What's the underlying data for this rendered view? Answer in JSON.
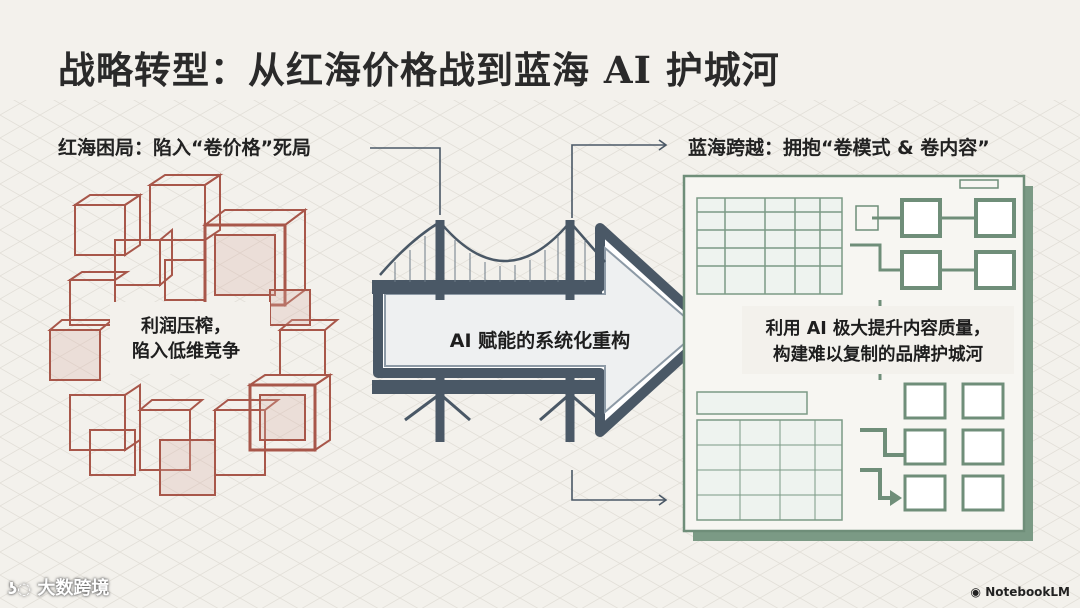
{
  "title": "战略转型：从红海价格战到蓝海 AI 护城河",
  "left": {
    "heading": "红海困局：陷入“卷价格”死局",
    "center_label": "利润压榨，\n陷入低维竞争"
  },
  "center": {
    "arrow_label": "AI 赋能的系统化重构"
  },
  "right": {
    "heading": "蓝海跨越：拥抱“卷模式 & 卷内容”",
    "center_label": "利用 AI 极大提升内容质量，\n构建难以复制的品牌护城河"
  },
  "watermark": {
    "left": "大数跨境",
    "right": "NotebookLM"
  },
  "colors": {
    "red": "#a8574a",
    "green": "#7b9a85",
    "steel": "#4a5866",
    "background": "#f3f1ec"
  },
  "icons": [
    "logo-icon",
    "notebooklm-icon"
  ]
}
